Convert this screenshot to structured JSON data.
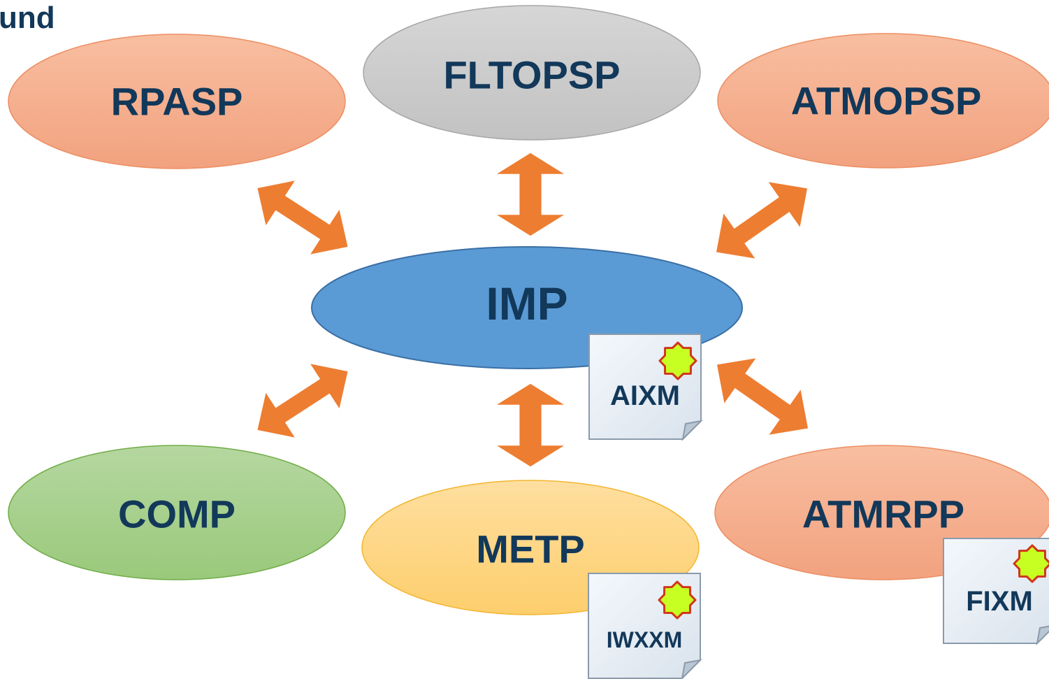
{
  "header": {
    "partial_title": "und"
  },
  "nodes": {
    "rpasp": {
      "label": "RPASP"
    },
    "fltopsp": {
      "label": "FLTOPSP"
    },
    "atmopsp": {
      "label": "ATMOPSP"
    },
    "imp": {
      "label": "IMP"
    },
    "comp": {
      "label": "COMP"
    },
    "metp": {
      "label": "METP"
    },
    "atmrpp": {
      "label": "ATMRPP"
    }
  },
  "documents": {
    "aixm": {
      "label": "AIXM"
    },
    "iwxxm": {
      "label": "IWXXM"
    },
    "fixm": {
      "label": "FIXM"
    }
  },
  "colors": {
    "salmon": "#f4a98a",
    "gray": "#c8c8c8",
    "blue": "#5b9bd5",
    "green": "#a8d08d",
    "yellow": "#fdd37a",
    "arrow": "#ed7d31",
    "text": "#12385a"
  }
}
